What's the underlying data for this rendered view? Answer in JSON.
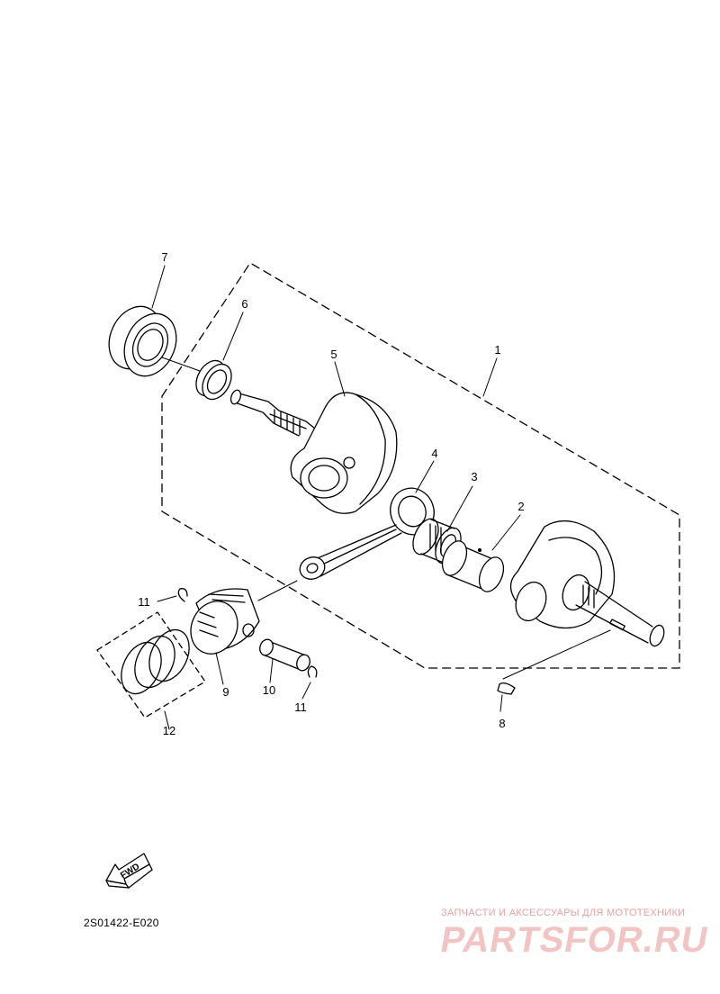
{
  "diagram": {
    "labels": {
      "p1": "1",
      "p2": "2",
      "p3": "3",
      "p4": "4",
      "p5": "5",
      "p6": "6",
      "p7": "7",
      "p8": "8",
      "p9": "9",
      "p10": "10",
      "p11a": "11",
      "p11b": "11",
      "p12": "12"
    },
    "fwd": "FWD",
    "code": "2S01422-E020"
  },
  "watermark": {
    "tagline": "ЗАПЧАСТИ И АКСЕССУАРЫ ДЛЯ МОТОТЕХНИКИ",
    "brand": "PARTSFOR.RU"
  }
}
